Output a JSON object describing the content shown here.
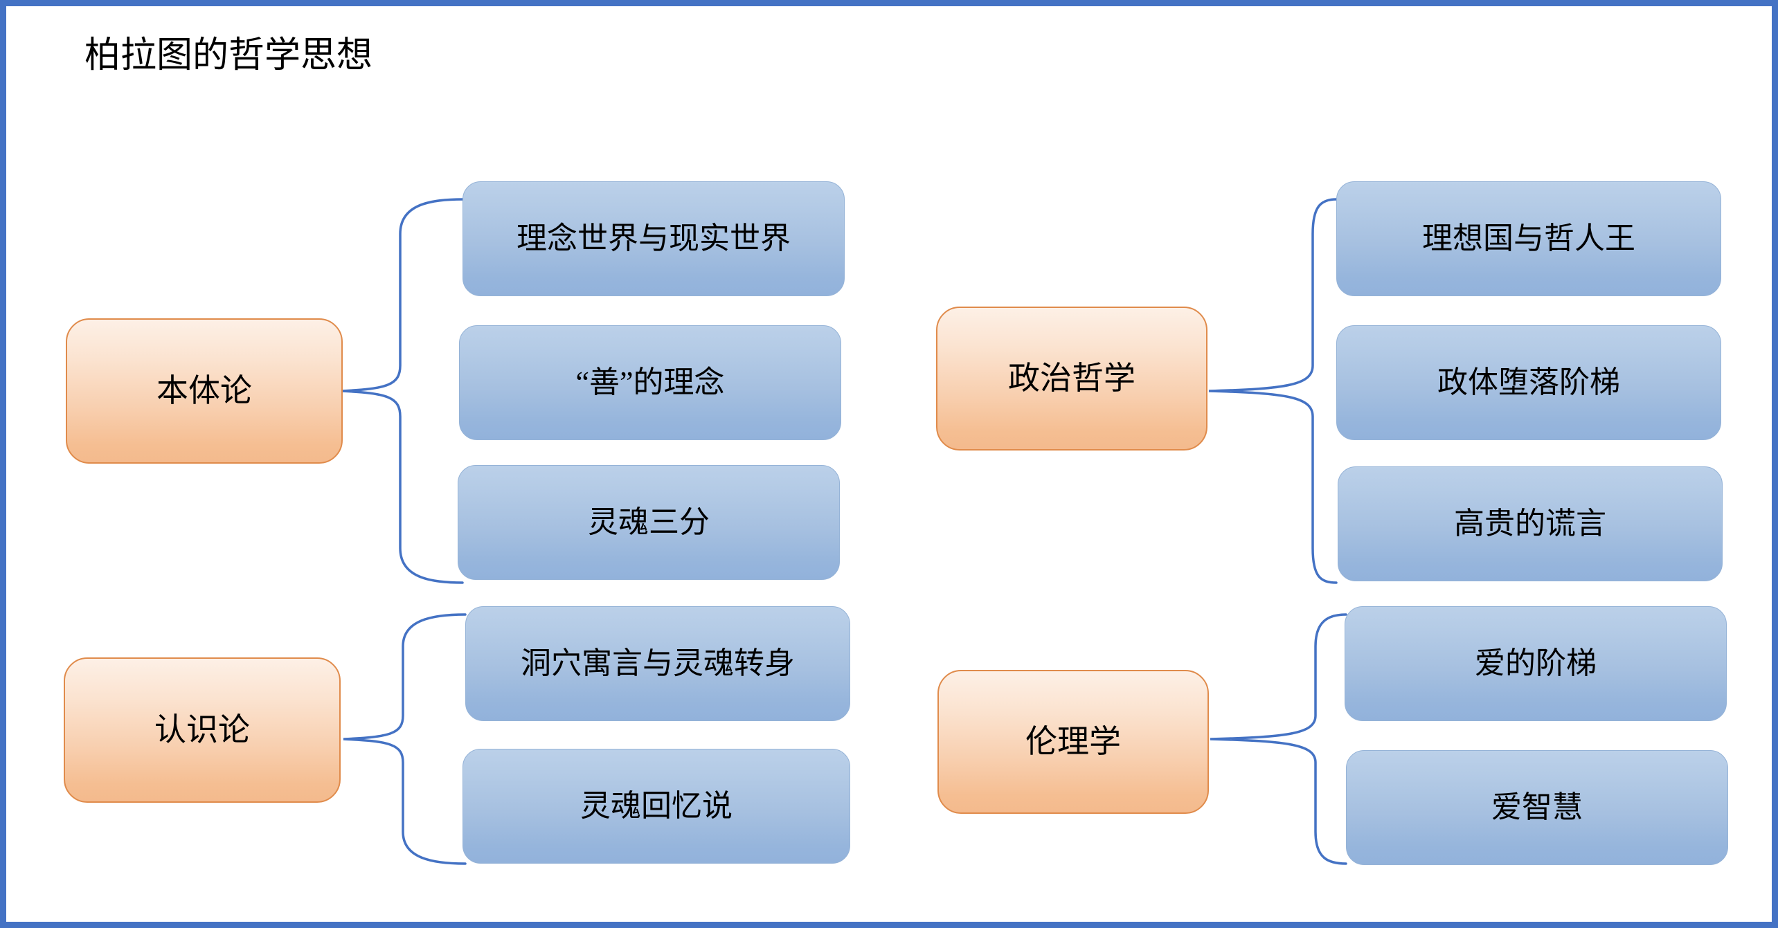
{
  "page": {
    "title": "柏拉图的哲学思想",
    "frame_color": "#4472C4",
    "background": "#ffffff",
    "parent_fill": "#F7CBA6",
    "parent_border": "#E08B4B",
    "child_fill": "#A6C0E0",
    "child_border": "#95B3D7",
    "connector_color": "#4472C4"
  },
  "groups": [
    {
      "id": "ontology",
      "parent": {
        "label": "本体论"
      },
      "children": [
        {
          "label": "理念世界与现实世界"
        },
        {
          "label": "“善”的理念"
        },
        {
          "label": "灵魂三分"
        }
      ]
    },
    {
      "id": "epistemology",
      "parent": {
        "label": "认识论"
      },
      "children": [
        {
          "label": "洞穴寓言与灵魂转身"
        },
        {
          "label": "灵魂回忆说"
        }
      ]
    },
    {
      "id": "political-philosophy",
      "parent": {
        "label": "政治哲学"
      },
      "children": [
        {
          "label": "理想国与哲人王"
        },
        {
          "label": "政体堕落阶梯"
        },
        {
          "label": "高贵的谎言"
        }
      ]
    },
    {
      "id": "ethics",
      "parent": {
        "label": "伦理学"
      },
      "children": [
        {
          "label": "爱的阶梯"
        },
        {
          "label": "爱智慧"
        }
      ]
    }
  ]
}
